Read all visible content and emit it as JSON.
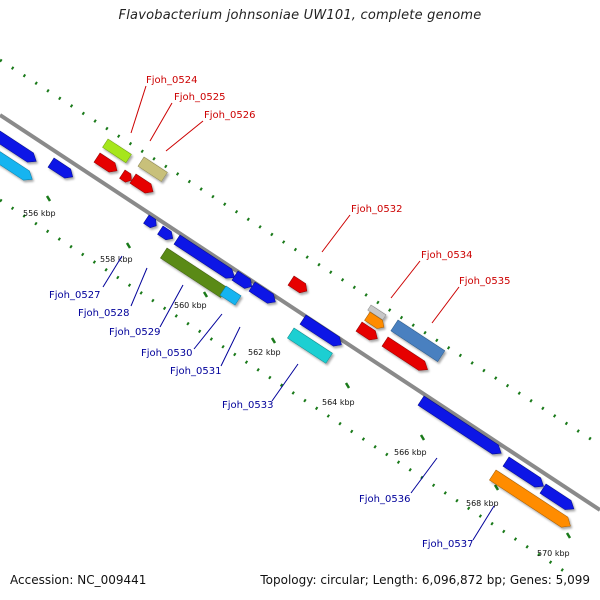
{
  "title": "Flavobacterium johnsoniae UW101, complete genome",
  "footer": {
    "accession": "Accession: NC_009441",
    "topology": "Topology: circular; Length: 6,096,872 bp; Genes: 5,099"
  },
  "colors": {
    "top_label": "#cc0000",
    "bottom_label": "#00009a",
    "backbone": "#8a8a8a",
    "tick": "#1a7a1a"
  },
  "kbp_ticks": [
    "556 kbp",
    "558 kbp",
    "560 kbp",
    "562 kbp",
    "564 kbp",
    "566 kbp",
    "568 kbp",
    "570 kbp"
  ],
  "gene_labels_top": [
    "Fjoh_0524",
    "Fjoh_0525",
    "Fjoh_0526",
    "Fjoh_0532",
    "Fjoh_0534",
    "Fjoh_0535"
  ],
  "gene_labels_bottom": [
    "Fjoh_0527",
    "Fjoh_0528",
    "Fjoh_0529",
    "Fjoh_0530",
    "Fjoh_0531",
    "Fjoh_0533",
    "Fjoh_0536",
    "Fjoh_0537"
  ]
}
